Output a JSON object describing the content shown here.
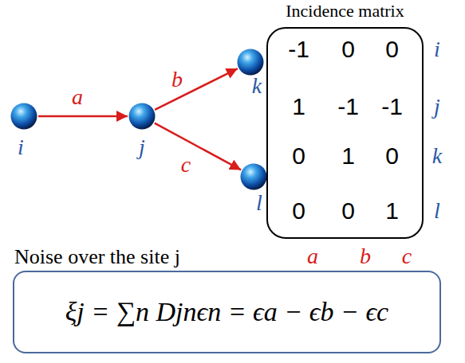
{
  "diagram": {
    "nodes": [
      {
        "text": [
          "i"
        ]
      },
      {
        "text": [
          "j"
        ]
      },
      {
        "text": [
          "k"
        ]
      },
      {
        "text": [
          "l"
        ]
      },
      {
        "text": [
          "Incidence matrix",
          "-1",
          "0",
          "0",
          "1",
          "-1",
          "-1",
          "0",
          "1",
          "0",
          "0",
          "0",
          "1"
        ]
      },
      {
        "text": [
          "Noise over the site j",
          "ξj = ∑n Djnϵn = ϵa − ϵb − ϵc"
        ]
      }
    ],
    "edges": [
      {
        "from": 0,
        "to": 1,
        "label": "a",
        "arrow": "to"
      },
      {
        "from": 1,
        "to": 2,
        "label": "b",
        "arrow": "to"
      },
      {
        "from": 1,
        "to": 3,
        "label": "c",
        "arrow": "to"
      }
    ],
    "labels": [
      "i",
      "j",
      "k",
      "l",
      "a",
      "b",
      "c"
    ]
  }
}
